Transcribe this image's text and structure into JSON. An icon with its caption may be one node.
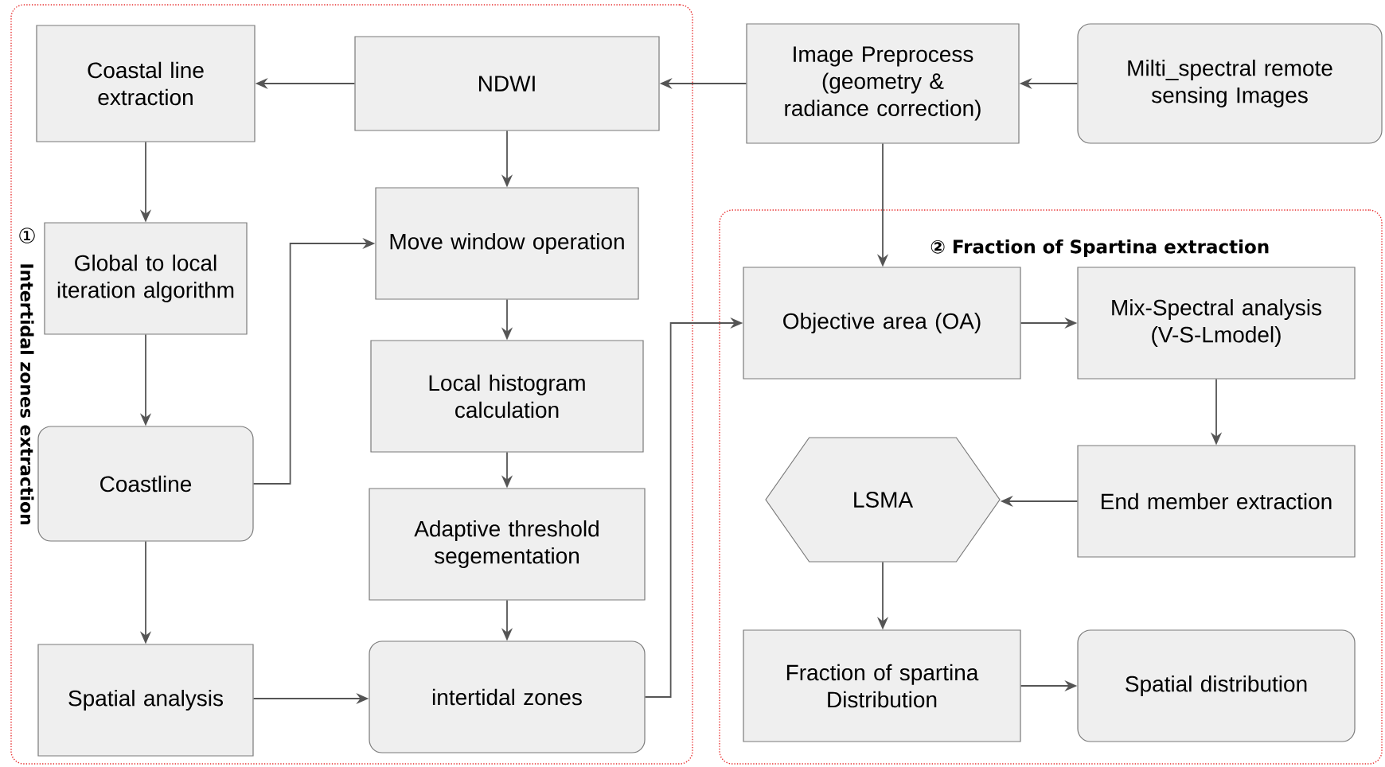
{
  "diagram": {
    "nodes": [
      {
        "text": [
          "①",
          "Intertidal zones extraction"
        ]
      },
      {
        "text": [
          "② Fraction of Spartina extraction"
        ]
      },
      {
        "text": [
          "Coastal line extraction"
        ],
        "in": 0
      },
      {
        "text": [
          "NDWI"
        ],
        "in": 0
      },
      {
        "text": [
          "Image Preprocess (geometry & radiance correction)"
        ]
      },
      {
        "text": [
          "Milti_spectral remote sensing Images"
        ]
      },
      {
        "text": [
          "Global to local iteration algorithm"
        ],
        "in": 0
      },
      {
        "text": [
          "Move window operation"
        ],
        "in": 0
      },
      {
        "text": [
          "Local histogram calculation"
        ],
        "in": 0
      },
      {
        "text": [
          "Coastline"
        ],
        "in": 0
      },
      {
        "text": [
          "Adaptive threshold segementation"
        ],
        "in": 0
      },
      {
        "text": [
          "Spatial analysis"
        ],
        "in": 0
      },
      {
        "text": [
          "intertidal zones"
        ],
        "in": 0
      },
      {
        "text": [
          "Objective area (OA)"
        ],
        "in": 1
      },
      {
        "text": [
          "Mix-Spectral analysis (V-S-Lmodel)"
        ],
        "in": 1
      },
      {
        "text": [
          "LSMA"
        ],
        "in": 1
      },
      {
        "text": [
          "End member extraction"
        ],
        "in": 1
      },
      {
        "text": [
          "Fraction of spartina Distribution"
        ],
        "in": 1
      },
      {
        "text": [
          "Spatial distribution"
        ],
        "in": 1
      }
    ],
    "edges": [
      {
        "from": 5,
        "to": 4,
        "arrow": "to"
      },
      {
        "from": 4,
        "to": 3,
        "arrow": "to"
      },
      {
        "from": 3,
        "to": 2,
        "arrow": "to"
      },
      {
        "from": 2,
        "to": 6,
        "arrow": "to"
      },
      {
        "from": 6,
        "to": 9,
        "arrow": "to"
      },
      {
        "from": 9,
        "to": 7,
        "arrow": "to"
      },
      {
        "from": 3,
        "to": 7,
        "arrow": "to"
      },
      {
        "from": 7,
        "to": 8,
        "arrow": "to"
      },
      {
        "from": 8,
        "to": 10,
        "arrow": "to"
      },
      {
        "from": 10,
        "to": 12,
        "arrow": "to"
      },
      {
        "from": 9,
        "to": 11,
        "arrow": "to"
      },
      {
        "from": 11,
        "to": 12,
        "arrow": "to"
      },
      {
        "from": 12,
        "to": 13,
        "arrow": "to"
      },
      {
        "from": 4,
        "to": 13,
        "arrow": "to"
      },
      {
        "from": 13,
        "to": 14,
        "arrow": "to"
      },
      {
        "from": 14,
        "to": 16,
        "arrow": "to"
      },
      {
        "from": 16,
        "to": 15,
        "arrow": "to"
      },
      {
        "from": 15,
        "to": 17,
        "arrow": "to"
      },
      {
        "from": 17,
        "to": 18,
        "arrow": "to"
      }
    ]
  }
}
